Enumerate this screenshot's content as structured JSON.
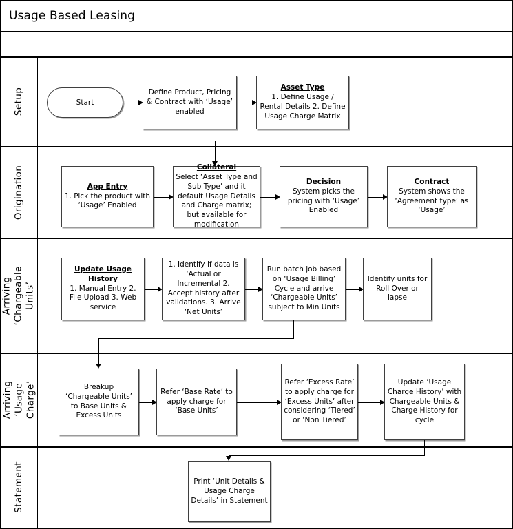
{
  "diagram": {
    "title": "Usage Based Leasing",
    "lanes": [
      {
        "id": "setup",
        "label": "Setup"
      },
      {
        "id": "origination",
        "label": "Origination"
      },
      {
        "id": "chargeable-units",
        "label_line1": "Arriving",
        "label_line2": "‘Chargeable Units’"
      },
      {
        "id": "usage-charge",
        "label_line1": "Arriving",
        "label_line2": "‘Usage Charge’"
      },
      {
        "id": "statement",
        "label": "Statement"
      }
    ],
    "nodes": {
      "start": {
        "label": "Start"
      },
      "define_product": {
        "body": "Define Product, Pricing & Contract with ‘Usage’ enabled"
      },
      "asset_type": {
        "header": "Asset Type",
        "body": "1. Define Usage / Rental Details 2. Define Usage Charge Matrix"
      },
      "app_entry": {
        "header": "App Entry",
        "body": "1. Pick the product with ‘Usage’ Enabled"
      },
      "collateral": {
        "header": "Collateral",
        "body": "Select ‘Asset Type and Sub Type’ and it default Usage Details and Charge matrix; but available for modification"
      },
      "decision": {
        "header": "Decision",
        "body": "System picks the pricing with ‘Usage’ Enabled"
      },
      "contract": {
        "header": "Contract",
        "body": "System shows the ‘Agreement type’ as ‘Usage’"
      },
      "update_usage_history": {
        "header": "Update Usage History",
        "body": "1. Manual Entry 2. File Upload 3. Web service"
      },
      "identify_data": {
        "body": "1. Identify if data is ‘Actual or Incremental 2. Accept history after validations. 3. Arrive ‘Net Units’"
      },
      "run_batch_job": {
        "body": "Run batch job based on ‘Usage Billing’ Cycle and arrive ‘Chargeable Units’ subject to Min Units"
      },
      "identify_rollover": {
        "body": "Identify units for Roll Over or lapse"
      },
      "breakup_units": {
        "body": "Breakup ‘Chargeable Units’ to Base Units & Excess Units"
      },
      "refer_base_rate": {
        "body": "Refer ‘Base Rate’ to apply charge for ‘Base Units’"
      },
      "refer_excess_rate": {
        "body": "Refer ‘Excess Rate’ to apply charge for ‘Excess Units’ after considering ‘Tiered’ or ‘Non Tiered’"
      },
      "update_usage_charge_history": {
        "body": "Update ‘Usage Charge History’ with Chargeable Units & Charge History for cycle"
      },
      "print_statement": {
        "body": "Print ‘Unit Details & Usage Charge Details’ in Statement"
      }
    }
  }
}
